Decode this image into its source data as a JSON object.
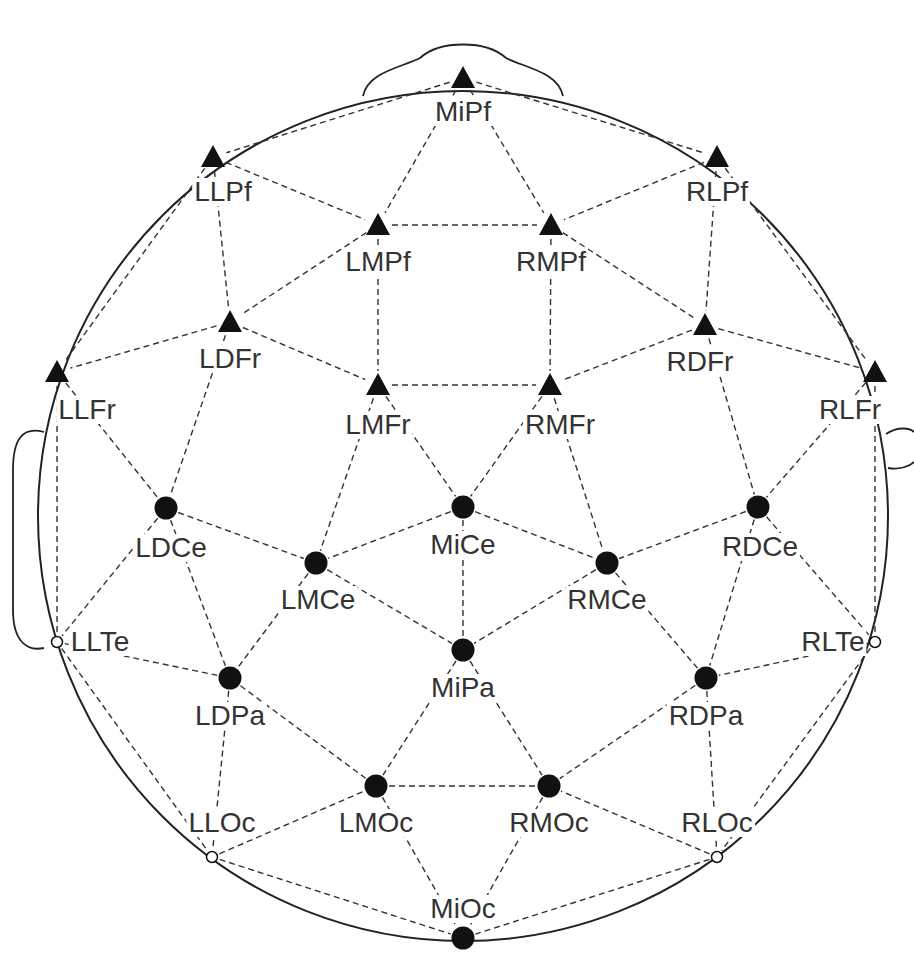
{
  "diagram": {
    "nodes": [
      {
        "text": [
          "MiPf"
        ]
      },
      {
        "text": [
          "LLPf"
        ]
      },
      {
        "text": [
          "RLPf"
        ]
      },
      {
        "text": [
          "LMPf"
        ]
      },
      {
        "text": [
          "RMPf"
        ]
      },
      {
        "text": [
          "LDFr"
        ]
      },
      {
        "text": [
          "RDFr"
        ]
      },
      {
        "text": [
          "LLFr"
        ]
      },
      {
        "text": [
          "LMFr"
        ]
      },
      {
        "text": [
          "RMFr"
        ]
      },
      {
        "text": [
          "RLFr"
        ]
      },
      {
        "text": [
          "LDCe"
        ]
      },
      {
        "text": [
          "MiCe"
        ]
      },
      {
        "text": [
          "RDCe"
        ]
      },
      {
        "text": [
          "LMCe"
        ]
      },
      {
        "text": [
          "RMCe"
        ]
      },
      {
        "text": [
          "LLTe"
        ]
      },
      {
        "text": [
          "MiPa"
        ]
      },
      {
        "text": [
          "RLTe"
        ]
      },
      {
        "text": [
          "LDPa"
        ]
      },
      {
        "text": [
          "RDPa"
        ]
      },
      {
        "text": [
          "LMOc"
        ]
      },
      {
        "text": [
          "RMOc"
        ]
      },
      {
        "text": [
          "LLOc"
        ]
      },
      {
        "text": [
          "RLOc"
        ]
      },
      {
        "text": [
          "MiOc"
        ]
      }
    ],
    "edges": [
      {
        "from": 0,
        "to": 1,
        "arrow": "none"
      },
      {
        "from": 0,
        "to": 2,
        "arrow": "none"
      },
      {
        "from": 0,
        "to": 3,
        "arrow": "none"
      },
      {
        "from": 0,
        "to": 4,
        "arrow": "none"
      },
      {
        "from": 3,
        "to": 4,
        "arrow": "none"
      },
      {
        "from": 1,
        "to": 3,
        "arrow": "none"
      },
      {
        "from": 2,
        "to": 4,
        "arrow": "none"
      },
      {
        "from": 1,
        "to": 5,
        "arrow": "none"
      },
      {
        "from": 2,
        "to": 6,
        "arrow": "none"
      },
      {
        "from": 1,
        "to": 7,
        "arrow": "none"
      },
      {
        "from": 2,
        "to": 10,
        "arrow": "none"
      },
      {
        "from": 3,
        "to": 5,
        "arrow": "none"
      },
      {
        "from": 4,
        "to": 6,
        "arrow": "none"
      },
      {
        "from": 3,
        "to": 8,
        "arrow": "none"
      },
      {
        "from": 4,
        "to": 9,
        "arrow": "none"
      },
      {
        "from": 5,
        "to": 7,
        "arrow": "none"
      },
      {
        "from": 6,
        "to": 10,
        "arrow": "none"
      },
      {
        "from": 5,
        "to": 8,
        "arrow": "none"
      },
      {
        "from": 6,
        "to": 9,
        "arrow": "none"
      },
      {
        "from": 8,
        "to": 9,
        "arrow": "none"
      },
      {
        "from": 7,
        "to": 11,
        "arrow": "none"
      },
      {
        "from": 10,
        "to": 13,
        "arrow": "none"
      },
      {
        "from": 5,
        "to": 11,
        "arrow": "none"
      },
      {
        "from": 6,
        "to": 13,
        "arrow": "none"
      },
      {
        "from": 8,
        "to": 14,
        "arrow": "none"
      },
      {
        "from": 9,
        "to": 15,
        "arrow": "none"
      },
      {
        "from": 8,
        "to": 12,
        "arrow": "none"
      },
      {
        "from": 9,
        "to": 12,
        "arrow": "none"
      },
      {
        "from": 7,
        "to": 16,
        "arrow": "none"
      },
      {
        "from": 10,
        "to": 18,
        "arrow": "none"
      },
      {
        "from": 11,
        "to": 14,
        "arrow": "none"
      },
      {
        "from": 13,
        "to": 15,
        "arrow": "none"
      },
      {
        "from": 12,
        "to": 14,
        "arrow": "none"
      },
      {
        "from": 12,
        "to": 15,
        "arrow": "none"
      },
      {
        "from": 12,
        "to": 17,
        "arrow": "none"
      },
      {
        "from": 14,
        "to": 17,
        "arrow": "none"
      },
      {
        "from": 15,
        "to": 17,
        "arrow": "none"
      },
      {
        "from": 11,
        "to": 16,
        "arrow": "none"
      },
      {
        "from": 13,
        "to": 18,
        "arrow": "none"
      },
      {
        "from": 11,
        "to": 19,
        "arrow": "none"
      },
      {
        "from": 13,
        "to": 20,
        "arrow": "none"
      },
      {
        "from": 14,
        "to": 19,
        "arrow": "none"
      },
      {
        "from": 15,
        "to": 20,
        "arrow": "none"
      },
      {
        "from": 16,
        "to": 19,
        "arrow": "none"
      },
      {
        "from": 18,
        "to": 20,
        "arrow": "none"
      },
      {
        "from": 16,
        "to": 23,
        "arrow": "none"
      },
      {
        "from": 18,
        "to": 24,
        "arrow": "none"
      },
      {
        "from": 19,
        "to": 21,
        "arrow": "none"
      },
      {
        "from": 20,
        "to": 22,
        "arrow": "none"
      },
      {
        "from": 19,
        "to": 23,
        "arrow": "none"
      },
      {
        "from": 20,
        "to": 24,
        "arrow": "none"
      },
      {
        "from": 17,
        "to": 21,
        "arrow": "none"
      },
      {
        "from": 17,
        "to": 22,
        "arrow": "none"
      },
      {
        "from": 21,
        "to": 22,
        "arrow": "none"
      },
      {
        "from": 23,
        "to": 21,
        "arrow": "none"
      },
      {
        "from": 24,
        "to": 22,
        "arrow": "none"
      },
      {
        "from": 21,
        "to": 25,
        "arrow": "none"
      },
      {
        "from": 22,
        "to": 25,
        "arrow": "none"
      },
      {
        "from": 23,
        "to": 25,
        "arrow": "none"
      },
      {
        "from": 24,
        "to": 25,
        "arrow": "none"
      }
    ]
  }
}
